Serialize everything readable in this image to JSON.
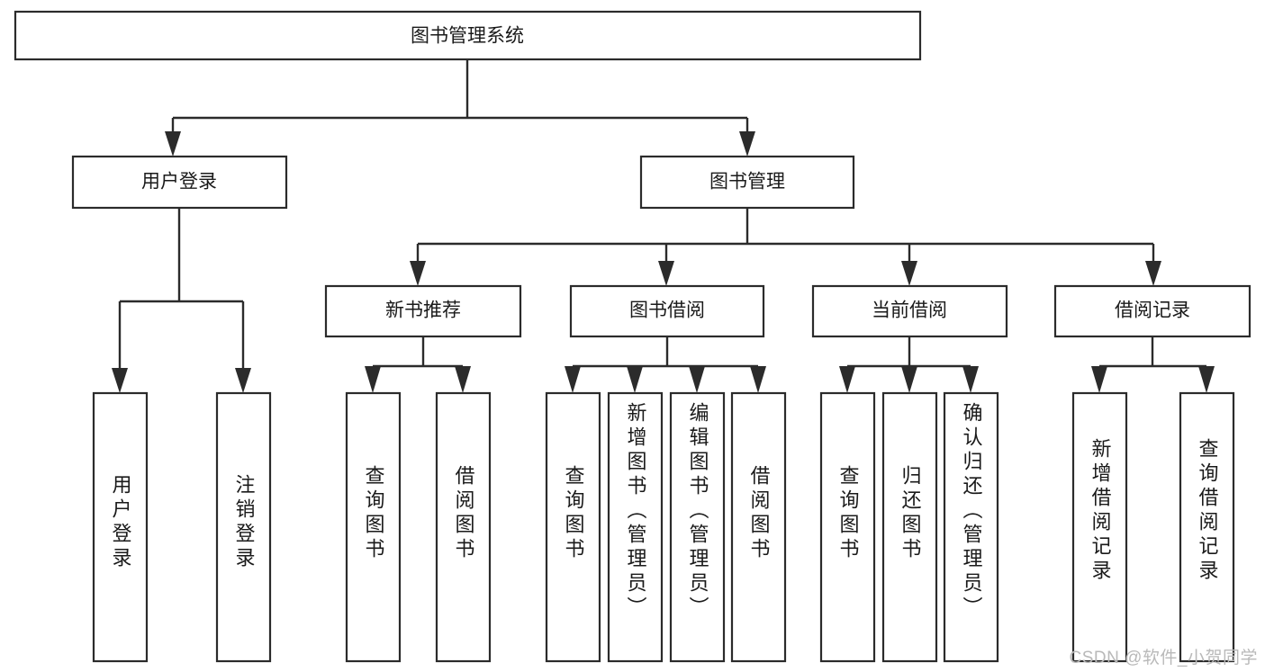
{
  "diagram": {
    "type": "tree-hierarchy",
    "title": "图书管理系统",
    "orientation": "top-down",
    "colors": {
      "box_stroke": "#2b2b2b",
      "box_fill": "#ffffff",
      "connector": "#2b2b2b",
      "text": "#1a1a1a",
      "background": "#ffffff",
      "watermark": "#b9b9b9"
    },
    "root": {
      "label": "图书管理系统"
    },
    "level2": [
      {
        "label": "用户登录"
      },
      {
        "label": "图书管理"
      }
    ],
    "level3": [
      {
        "label": "新书推荐"
      },
      {
        "label": "图书借阅"
      },
      {
        "label": "当前借阅"
      },
      {
        "label": "借阅记录"
      }
    ],
    "leaves": {
      "user_login": [
        {
          "label": "用户登录"
        },
        {
          "label": "注销登录"
        }
      ],
      "new_book_recommend": [
        {
          "label": "查询图书"
        },
        {
          "label": "借阅图书"
        }
      ],
      "book_borrow": [
        {
          "label": "查询图书"
        },
        {
          "label": "新增图书（管理员）"
        },
        {
          "label": "编辑图书（管理员）"
        },
        {
          "label": "借阅图书"
        }
      ],
      "current_borrow": [
        {
          "label": "查询图书"
        },
        {
          "label": "归还图书"
        },
        {
          "label": "确认归还（管理员）"
        }
      ],
      "borrow_record": [
        {
          "label": "新增借阅记录"
        },
        {
          "label": "查询借阅记录"
        }
      ]
    }
  },
  "watermark": {
    "text": "CSDN @软件_小贺同学"
  }
}
